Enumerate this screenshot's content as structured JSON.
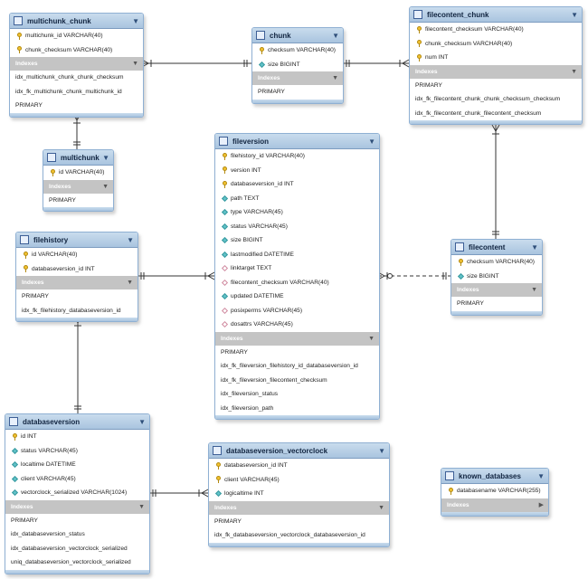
{
  "indexes_label": "Indexes",
  "tables": [
    {
      "id": "multichunk_chunk",
      "title": "multichunk_chunk",
      "columns": [
        {
          "name": "multichunk_id VARCHAR(40)",
          "icon": "key"
        },
        {
          "name": "chunk_checksum VARCHAR(40)",
          "icon": "key"
        }
      ],
      "indexes": [
        "idx_multichunk_chunk_chunk_checksum",
        "idx_fk_multichunk_chunk_multichunk_id",
        "PRIMARY"
      ],
      "indexes_expanded": true
    },
    {
      "id": "chunk",
      "title": "chunk",
      "columns": [
        {
          "name": "checksum VARCHAR(40)",
          "icon": "key"
        },
        {
          "name": "size BIGINT",
          "icon": "diamond"
        }
      ],
      "indexes": [
        "PRIMARY"
      ],
      "indexes_expanded": true
    },
    {
      "id": "filecontent_chunk",
      "title": "filecontent_chunk",
      "columns": [
        {
          "name": "filecontent_checksum VARCHAR(40)",
          "icon": "key"
        },
        {
          "name": "chunk_checksum VARCHAR(40)",
          "icon": "key"
        },
        {
          "name": "num INT",
          "icon": "key"
        }
      ],
      "indexes": [
        "PRIMARY",
        "idx_fk_filecontent_chunk_chunk_checksum_checksum",
        "idx_fk_filecontent_chunk_filecontent_checksum"
      ],
      "indexes_expanded": true
    },
    {
      "id": "multichunk",
      "title": "multichunk",
      "columns": [
        {
          "name": "id VARCHAR(40)",
          "icon": "key"
        }
      ],
      "indexes": [
        "PRIMARY"
      ],
      "indexes_expanded": true
    },
    {
      "id": "fileversion",
      "title": "fileversion",
      "columns": [
        {
          "name": "filehistory_id VARCHAR(40)",
          "icon": "key"
        },
        {
          "name": "version INT",
          "icon": "key"
        },
        {
          "name": "databaseversion_id INT",
          "icon": "key"
        },
        {
          "name": "path TEXT",
          "icon": "diamond"
        },
        {
          "name": "type VARCHAR(45)",
          "icon": "diamond"
        },
        {
          "name": "status VARCHAR(45)",
          "icon": "diamond"
        },
        {
          "name": "size BIGINT",
          "icon": "diamond"
        },
        {
          "name": "lastmodified DATETIME",
          "icon": "diamond"
        },
        {
          "name": "linktarget TEXT",
          "icon": "hollow"
        },
        {
          "name": "filecontent_checksum VARCHAR(40)",
          "icon": "hollow"
        },
        {
          "name": "updated DATETIME",
          "icon": "diamond"
        },
        {
          "name": "posixperms VARCHAR(45)",
          "icon": "hollow"
        },
        {
          "name": "dosattrs VARCHAR(45)",
          "icon": "hollow"
        }
      ],
      "indexes": [
        "PRIMARY",
        "idx_fk_fileversion_filehistory_id_databaseversion_id",
        "idx_fk_fileversion_filecontent_checksum",
        "idx_fileversion_status",
        "idx_fileversion_path"
      ],
      "indexes_expanded": true
    },
    {
      "id": "filehistory",
      "title": "filehistory",
      "columns": [
        {
          "name": "id VARCHAR(40)",
          "icon": "key"
        },
        {
          "name": "databaseversion_id INT",
          "icon": "key"
        }
      ],
      "indexes": [
        "PRIMARY",
        "idx_fk_filehistory_databaseversion_id"
      ],
      "indexes_expanded": true
    },
    {
      "id": "filecontent",
      "title": "filecontent",
      "columns": [
        {
          "name": "checksum VARCHAR(40)",
          "icon": "key"
        },
        {
          "name": "size BIGINT",
          "icon": "diamond"
        }
      ],
      "indexes": [
        "PRIMARY"
      ],
      "indexes_expanded": true
    },
    {
      "id": "databaseversion",
      "title": "databaseversion",
      "columns": [
        {
          "name": "id INT",
          "icon": "key"
        },
        {
          "name": "status VARCHAR(45)",
          "icon": "diamond"
        },
        {
          "name": "localtime DATETIME",
          "icon": "diamond"
        },
        {
          "name": "client VARCHAR(45)",
          "icon": "diamond"
        },
        {
          "name": "vectorclock_serialized VARCHAR(1024)",
          "icon": "diamond"
        }
      ],
      "indexes": [
        "PRIMARY",
        "idx_databaseversion_status",
        "idx_databaseversion_vectorclock_serialized",
        "uniq_databaseversion_vectorclock_serialized"
      ],
      "indexes_expanded": true
    },
    {
      "id": "databaseversion_vectorclock",
      "title": "databaseversion_vectorclock",
      "columns": [
        {
          "name": "databaseversion_id INT",
          "icon": "key"
        },
        {
          "name": "client VARCHAR(45)",
          "icon": "key"
        },
        {
          "name": "logicaltime INT",
          "icon": "diamond"
        }
      ],
      "indexes": [
        "PRIMARY",
        "idx_fk_databaseversion_vectorclock_databaseversion_id"
      ],
      "indexes_expanded": true
    },
    {
      "id": "known_databases",
      "title": "known_databases",
      "columns": [
        {
          "name": "databasename VARCHAR(255)",
          "icon": "key"
        }
      ],
      "indexes": [],
      "indexes_expanded": false
    }
  ],
  "relationships": [
    {
      "from": "multichunk_chunk",
      "to": "chunk",
      "identifying": true
    },
    {
      "from": "filecontent_chunk",
      "to": "chunk",
      "identifying": true
    },
    {
      "from": "multichunk_chunk",
      "to": "multichunk",
      "identifying": true
    },
    {
      "from": "filecontent_chunk",
      "to": "filecontent",
      "identifying": true
    },
    {
      "from": "fileversion",
      "to": "filehistory",
      "identifying": true
    },
    {
      "from": "fileversion",
      "to": "filecontent",
      "identifying": false
    },
    {
      "from": "filehistory",
      "to": "databaseversion",
      "identifying": true
    },
    {
      "from": "databaseversion_vectorclock",
      "to": "databaseversion",
      "identifying": true
    }
  ],
  "colors": {
    "header": "#a9c4df",
    "indexes_bar": "#c4c4c4",
    "line": "#333333",
    "key": "#f2c230",
    "column_diamond": "#60c2c8"
  }
}
